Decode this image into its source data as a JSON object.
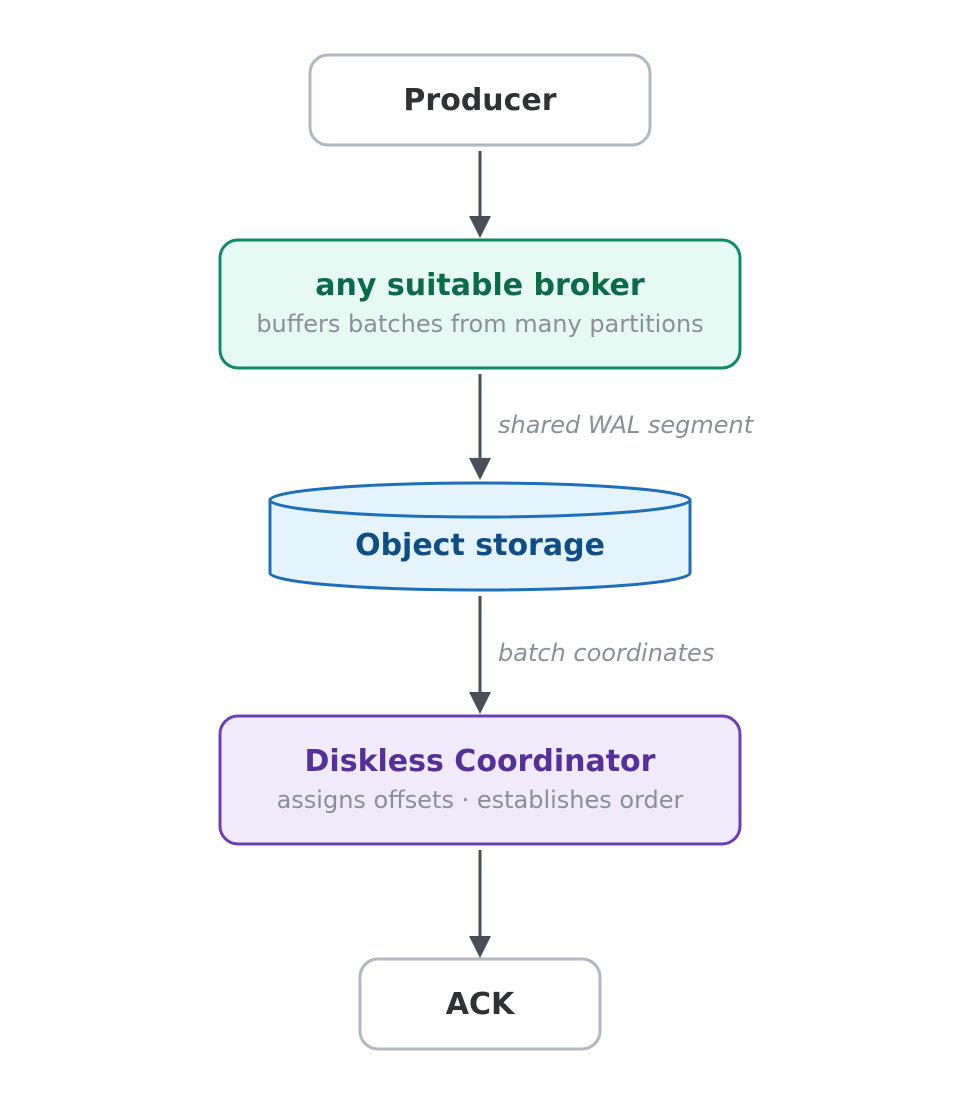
{
  "diagram": {
    "nodes": {
      "producer": {
        "title": "Producer"
      },
      "broker": {
        "title": "any suitable broker",
        "subtitle": "buffers batches from many partitions"
      },
      "storage": {
        "title": "Object storage"
      },
      "coordinator": {
        "title": "Diskless Coordinator",
        "subtitle": "assigns offsets · establishes order"
      },
      "ack": {
        "title": "ACK"
      }
    },
    "edges": {
      "broker_to_storage": {
        "label": "shared WAL segment"
      },
      "storage_to_coordinator": {
        "label": "batch coordinates"
      }
    }
  },
  "colors": {
    "neutral_border": "#b1b8c0",
    "neutral_text": "#2f3235",
    "broker_border": "#0f8c63",
    "broker_fill": "#e6faf3",
    "broker_text": "#0b6b49",
    "storage_border": "#1f6fb8",
    "storage_fill": "#e5f4fc",
    "storage_text": "#0f4d86",
    "coordinator_border": "#6a41b5",
    "coordinator_fill": "#f1eafa",
    "coordinator_text": "#55309b",
    "subtitle_text": "#8a9097",
    "arrow": "#4a4f57"
  }
}
